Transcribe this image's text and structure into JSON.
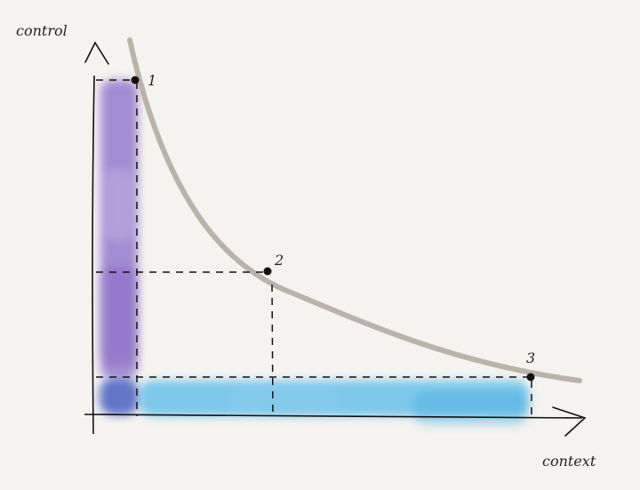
{
  "diagram": {
    "y_axis_label": "control",
    "x_axis_label": "context",
    "points": [
      {
        "label": "1"
      },
      {
        "label": "2"
      },
      {
        "label": "3"
      }
    ],
    "colors": {
      "background": "#f4f3f0",
      "curve": "#b9b3aa",
      "ink": "#111111",
      "purple_band": "#8a6ac8",
      "blue_band": "#4fb6e8"
    }
  }
}
